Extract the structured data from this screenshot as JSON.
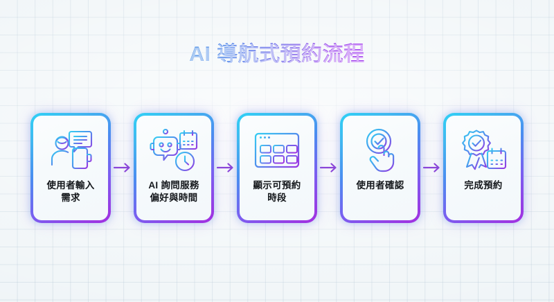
{
  "page": {
    "title": "AI 導航式預約流程",
    "background_color": "#edf3f6",
    "title_gradient_from": "#2f7fe0",
    "title_gradient_to": "#a234ef",
    "card_border_gradient_from": "#2fd0f5",
    "card_border_gradient_to": "#a32fe0",
    "arrow_color": "#8b45d8"
  },
  "flow": {
    "arrow_glyph": "arrow-right-icon",
    "steps": [
      {
        "index": "1",
        "label": "使用者輸入\n需求",
        "icon": "user-speech-bubble-phone-icon"
      },
      {
        "index": "2",
        "label": "AI 詢問服務\n偏好與時間",
        "icon": "robot-calendar-clock-icon"
      },
      {
        "index": "3",
        "label": "顯示可預約\n時段",
        "icon": "browser-timeslot-grid-icon"
      },
      {
        "index": "4",
        "label": "使用者確認",
        "icon": "check-circle-tap-hand-icon"
      },
      {
        "index": "5",
        "label": "完成預約",
        "icon": "award-ribbon-calendar-icon"
      }
    ]
  }
}
